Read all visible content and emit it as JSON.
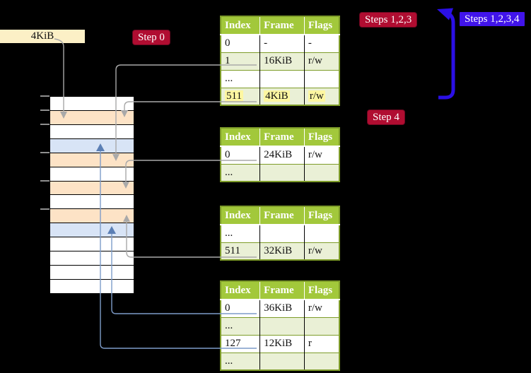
{
  "colors": {
    "background": "#000000",
    "legend_cream": "#fcf0c6",
    "table_header_green": "#a2c83b",
    "table_row_green": "#eaf0d6",
    "table_border_green": "#7e9c29",
    "highlight_yellow": "#fdf7a1",
    "frame_white": "#ffffff",
    "frame_peach": "#fde3c6",
    "frame_blue": "#d8e4f6",
    "badge_red": "#b00d31",
    "badge_blue": "#4114ea",
    "arrow_blue": "#2b10e6",
    "connector_grey": "#a9a9a9",
    "connector_steelblue": "#7d9cc9",
    "arrowhead_steelblue": "#5b7fb5"
  },
  "legend": {
    "label": "4KiB"
  },
  "badges": {
    "step0": "Step 0",
    "steps123": "Steps 1,2,3",
    "steps1234": "Steps 1,2,3,4",
    "step4": "Step 4"
  },
  "table_headers": [
    "Index",
    "Frame",
    "Flags"
  ],
  "tables": [
    {
      "name": "page-table-level-1",
      "rows": [
        {
          "index": "0",
          "frame": "-",
          "flags": "-"
        },
        {
          "index": "1",
          "frame": "16KiB",
          "flags": "r/w"
        },
        {
          "index": "...",
          "frame": "",
          "flags": ""
        },
        {
          "index": "511",
          "frame": "4KiB",
          "flags": "r/w",
          "highlighted": true
        }
      ]
    },
    {
      "name": "page-table-level-2",
      "rows": [
        {
          "index": "0",
          "frame": "24KiB",
          "flags": "r/w"
        },
        {
          "index": "...",
          "frame": "",
          "flags": ""
        }
      ]
    },
    {
      "name": "page-table-level-3",
      "rows": [
        {
          "index": "...",
          "frame": "",
          "flags": ""
        },
        {
          "index": "511",
          "frame": "32KiB",
          "flags": "r/w"
        }
      ]
    },
    {
      "name": "page-table-level-4",
      "rows": [
        {
          "index": "0",
          "frame": "36KiB",
          "flags": "r/w"
        },
        {
          "index": "...",
          "frame": "",
          "flags": ""
        },
        {
          "index": "127",
          "frame": "12KiB",
          "flags": "r"
        },
        {
          "index": "...",
          "frame": "",
          "flags": ""
        }
      ]
    }
  ],
  "memory_strip": {
    "frames": [
      "white",
      "peach",
      "white",
      "blue",
      "peach",
      "white",
      "peach",
      "white",
      "peach",
      "blue",
      "white",
      "white",
      "white",
      "white"
    ]
  }
}
